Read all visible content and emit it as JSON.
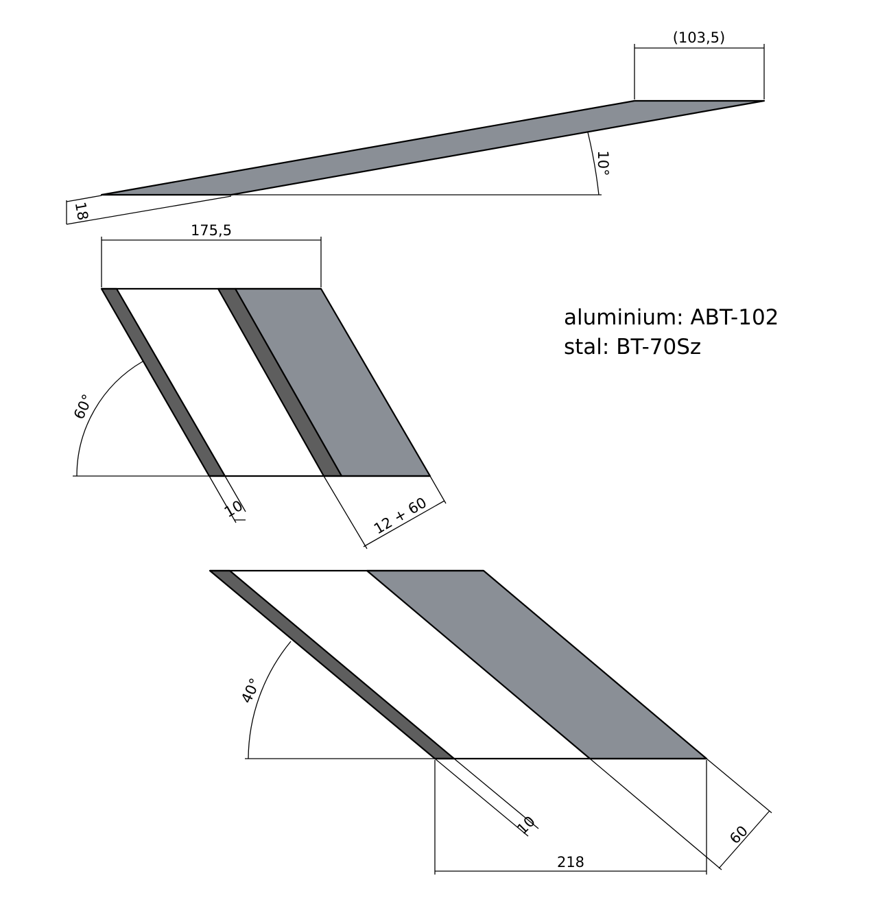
{
  "colors": {
    "steel_face": "#8a8f96",
    "dark_face": "#5e5e5e",
    "line": "#000000",
    "background": "#ffffff"
  },
  "top_view": {
    "width_label": "(103,5)",
    "angle_label": "10°",
    "thickness_label": "18"
  },
  "middle_view": {
    "width_label": "175,5",
    "angle_label": "60°",
    "thickness_label": "10",
    "layer_label": "12 + 60"
  },
  "bottom_view": {
    "angle_label": "40°",
    "thickness_label": "10",
    "layer_label": "60",
    "width_label": "218"
  },
  "materials": {
    "aluminium": "aluminium: ABT-102",
    "steel": "stal: BT-70Sz"
  }
}
